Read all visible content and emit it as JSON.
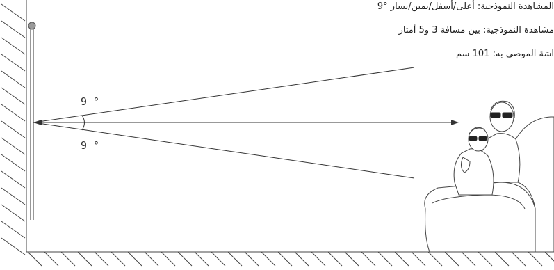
{
  "notes": {
    "line1": "المشاهدة النموذجية: أعلى/أسفل/يمين/يسار °9",
    "line2": "مشاهدة النموذجية: بين مسافة 3 و5 أمتار",
    "line3": "اشة الموصى به: 101 سم"
  },
  "angles": {
    "upper": "9 °",
    "lower": "9 °"
  },
  "colors": {
    "line": "#333333",
    "wall_hatch": "#444444",
    "screen_dot": "#9a9a9a"
  },
  "icons": {
    "viewers": "viewers-with-3d-glasses-icon",
    "screen": "tv-screen-edge-icon"
  }
}
